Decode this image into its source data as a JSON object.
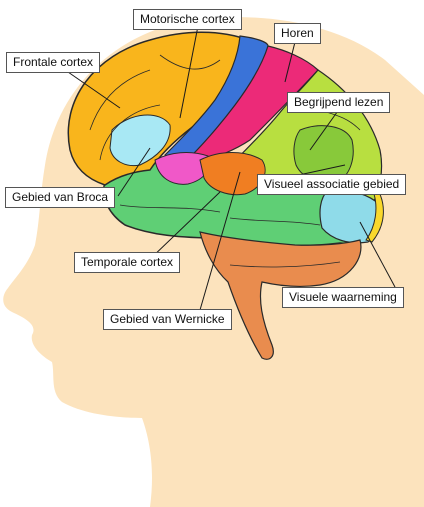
{
  "diagram": {
    "labels": {
      "motor": "Motorische cortex",
      "hearing": "Horen",
      "frontal": "Frontale cortex",
      "reading": "Begrijpend lezen",
      "broca": "Gebied van Broca",
      "visual_assoc": "Visueel associatie gebied",
      "temporal": "Temporale cortex",
      "visual_perception": "Visuele waarneming",
      "wernicke": "Gebied van Wernicke"
    },
    "colors": {
      "skin": "#fce3bd",
      "frontal": "#f9b51c",
      "motor": "#3a73d8",
      "hearing": "#ec2a78",
      "parietal": "#b8df40",
      "reading": "#88c93a",
      "temporal": "#5fcf75",
      "broca": "#a8e8f4",
      "wernicke_orange": "#f07e22",
      "wernicke_pink": "#f058c8",
      "occipital": "#8fdbe9",
      "cerebellum": "#e98c4e",
      "outline": "#2a2a2a"
    }
  }
}
